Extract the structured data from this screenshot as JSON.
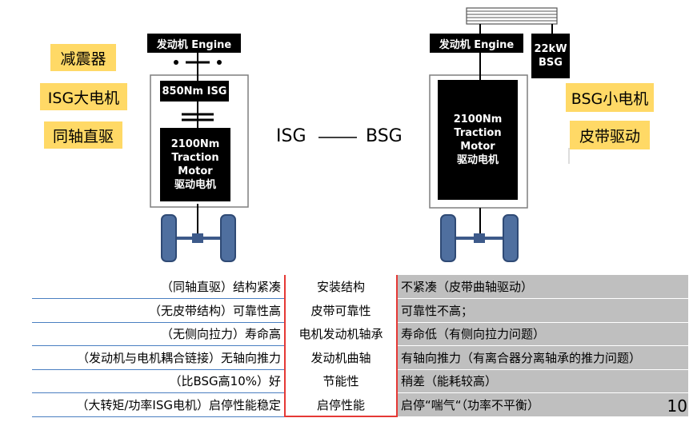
{
  "left_tags": [
    "减震器",
    "ISG大电机",
    "同轴直驱"
  ],
  "right_tags": [
    "BSG小电机",
    "皮带驱动"
  ],
  "isg": {
    "engine": "发动机 Engine",
    "isg_label": "850Nm ISG",
    "motor_lines": [
      "2100Nm",
      "Traction",
      "Motor",
      "驱动电机"
    ]
  },
  "bsg": {
    "engine": "发动机 Engine",
    "bsg_lines": [
      "22kW",
      "BSG"
    ],
    "motor_lines": [
      "2100Nm",
      "Traction",
      "Motor",
      "驱动电机"
    ]
  },
  "comparison": {
    "left": "ISG",
    "right": "BSG"
  },
  "table": {
    "rows": [
      {
        "isg": "（同轴直驱）结构紧凑",
        "item": "安装结构",
        "bsg": "不紧凑（皮带曲轴驱动）"
      },
      {
        "isg": "（无皮带结构）可靠性高",
        "item": "皮带可靠性",
        "bsg": "可靠性不高；"
      },
      {
        "isg": "（无侧向拉力）寿命高",
        "item": "电机发动机轴承",
        "bsg": "寿命低（有侧向拉力问题）"
      },
      {
        "isg": "（发动机与电机耦合链接）无轴向推力",
        "item": "发动机曲轴",
        "bsg": "有轴向推力（有离合器分离轴承的推力问题）"
      },
      {
        "isg": "（比BSG高10%）好",
        "item": "节能性",
        "bsg": "稍差（能耗较高）"
      },
      {
        "isg": "（大转矩/功率ISG电机）启停性能稳定",
        "item": "启停性能",
        "bsg": "启停“喘气“（功率不平衡）"
      }
    ]
  },
  "page_number": "10",
  "colors": {
    "tag_bg": "#ffd966",
    "table_gray": "#bfbfbf",
    "table_red": "#e53935",
    "line_blue": "#4a7fc1",
    "wheel_blue": "#3d5a8a"
  }
}
